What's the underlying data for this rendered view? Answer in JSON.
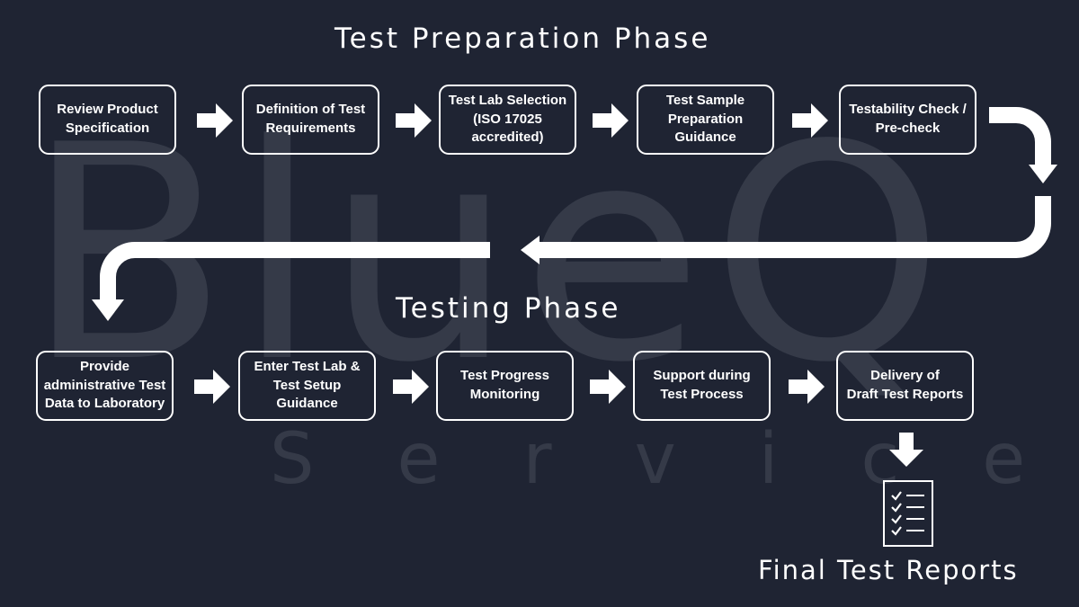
{
  "watermark": {
    "brand": "BlueQ",
    "tagline": "Services"
  },
  "phases": {
    "preparation_title": "Test Preparation Phase",
    "testing_title": "Testing Phase"
  },
  "preparation_steps": [
    "Review Product\nSpecification",
    "Definition of Test\nRequirements",
    "Test Lab Selection\n(ISO 17025\naccredited)",
    "Test Sample\nPreparation\nGuidance",
    "Testability Check /\nPre-check"
  ],
  "testing_steps": [
    "Provide\nadministrative Test\nData to Laboratory",
    "Enter Test Lab &\nTest Setup Guidance",
    "Test Progress\nMonitoring",
    "Support during\nTest Process",
    "Delivery of\nDraft Test Reports"
  ],
  "final": {
    "label": "Final Test Reports",
    "icon": "checklist-icon"
  },
  "colors": {
    "background": "#1f2433",
    "foreground": "#ffffff",
    "watermark": "#353a48"
  }
}
